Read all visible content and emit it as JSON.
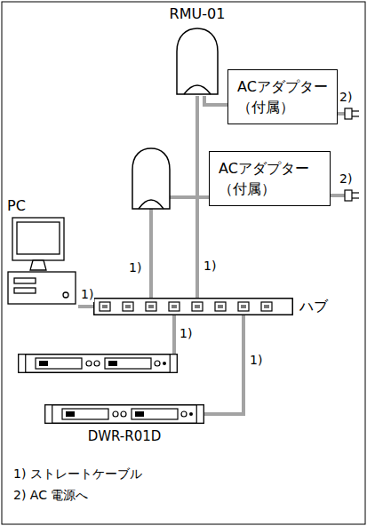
{
  "diagram": {
    "nodes": [
      {
        "text": [
          "RMU-01"
        ]
      },
      {
        "text": [
          "ACアダプター（付属）"
        ]
      },
      {
        "text": [
          "ACアダプター（付属）"
        ]
      },
      {
        "text": [
          "PC"
        ]
      },
      {
        "text": [
          "ハブ"
        ]
      },
      {
        "text": [
          "DWR-R01D"
        ]
      }
    ],
    "edges": [
      {
        "from": 0,
        "to": 1,
        "arrow": "none"
      },
      {
        "from": 0,
        "to": 4,
        "arrow": "none",
        "label": "1)"
      },
      {
        "from": 3,
        "to": 4,
        "arrow": "none",
        "label": "1)"
      },
      {
        "from": 4,
        "to": 5,
        "arrow": "none",
        "label": "1)"
      }
    ],
    "labels": [
      "2)",
      "1)",
      "2)",
      "1)",
      "1) ストレートケーブル",
      "2) AC 電源へ"
    ]
  }
}
